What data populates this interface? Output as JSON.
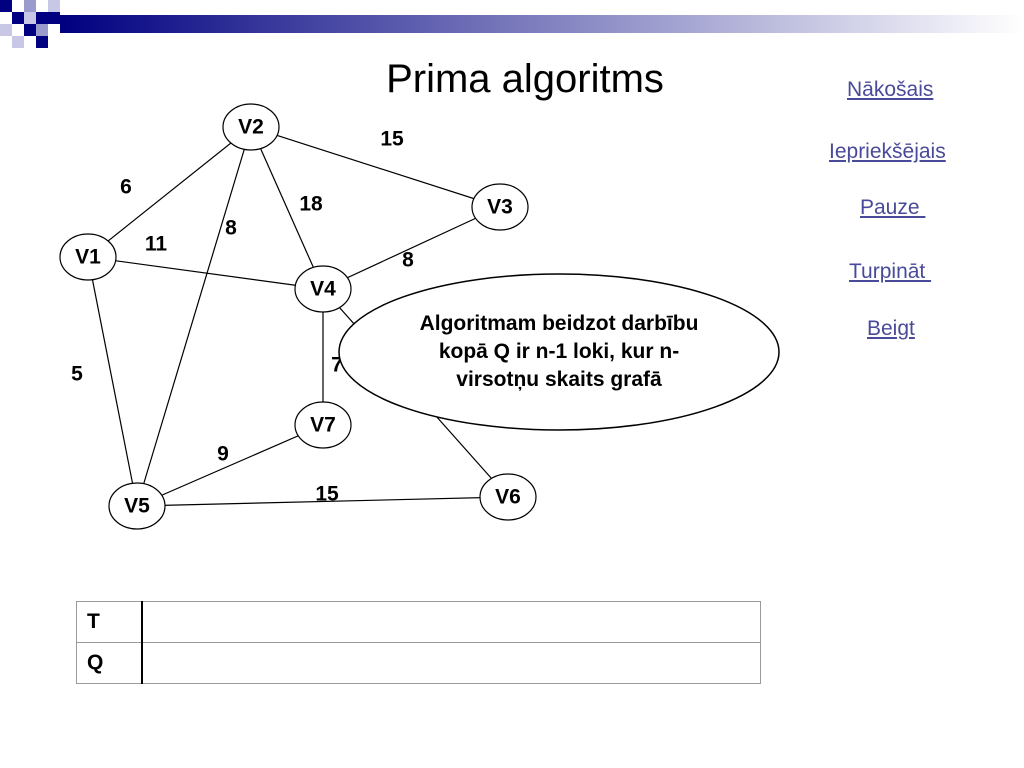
{
  "slide": {
    "title": "Prima algoritms",
    "accent_color": "#000080"
  },
  "nav": {
    "next": "Nākošais",
    "previous": "Iepriekšējais",
    "pause": "Pauze ",
    "continue": "Turpināt ",
    "end": "Beigt"
  },
  "graph": {
    "nodes": [
      {
        "id": "V2",
        "label": "V2"
      },
      {
        "id": "V3",
        "label": "V3"
      },
      {
        "id": "V1",
        "label": "V1"
      },
      {
        "id": "V4",
        "label": "V4"
      },
      {
        "id": "V7",
        "label": "V7"
      },
      {
        "id": "V5",
        "label": "V5"
      },
      {
        "id": "V6",
        "label": "V6"
      }
    ],
    "edges": [
      {
        "from": "V1",
        "to": "V2",
        "weight": "6"
      },
      {
        "from": "V2",
        "to": "V3",
        "weight": "15"
      },
      {
        "from": "V2",
        "to": "V4",
        "weight": "18"
      },
      {
        "from": "V2",
        "to": "V5",
        "weight": "8"
      },
      {
        "from": "V1",
        "to": "V4",
        "weight": "11"
      },
      {
        "from": "V3",
        "to": "V4",
        "weight": "8"
      },
      {
        "from": "V1",
        "to": "V5",
        "weight": "5"
      },
      {
        "from": "V4",
        "to": "V7",
        "weight": "7"
      },
      {
        "from": "V5",
        "to": "V7",
        "weight": "9"
      },
      {
        "from": "V5",
        "to": "V6",
        "weight": "15"
      },
      {
        "from": "V4",
        "to": "V6",
        "weight": ""
      }
    ]
  },
  "note": "Algoritmam beidzot darbību kopā Q ir n-1 loki, kur n- virsotņu skaits grafā",
  "sets_table": {
    "t_label": "T",
    "t_value": "",
    "q_label": "Q",
    "q_value": ""
  }
}
